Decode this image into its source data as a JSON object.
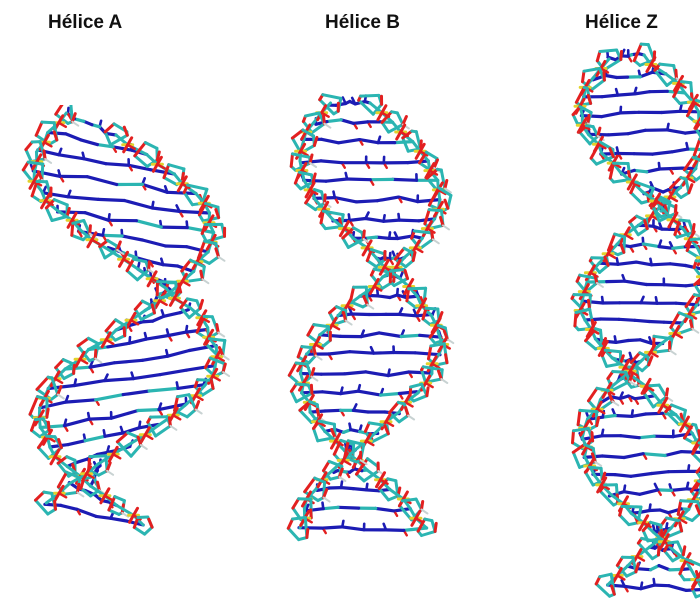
{
  "titles": {
    "a": "Hélice A",
    "b": "Hélice B",
    "z": "Hélice Z"
  },
  "colors": {
    "carbon": "#2bb5b2",
    "nitrogen": "#1c1cb4",
    "oxygen": "#e32020",
    "phosphorus": "#e2d22c",
    "hydrogen": "#c8d2d2",
    "background": "#ffffff"
  },
  "structures": [
    {
      "key": "a",
      "form": "A-DNA",
      "icon": "dna-stick-model"
    },
    {
      "key": "b",
      "form": "B-DNA",
      "icon": "dna-stick-model"
    },
    {
      "key": "z",
      "form": "Z-DNA",
      "icon": "dna-stick-model"
    }
  ]
}
